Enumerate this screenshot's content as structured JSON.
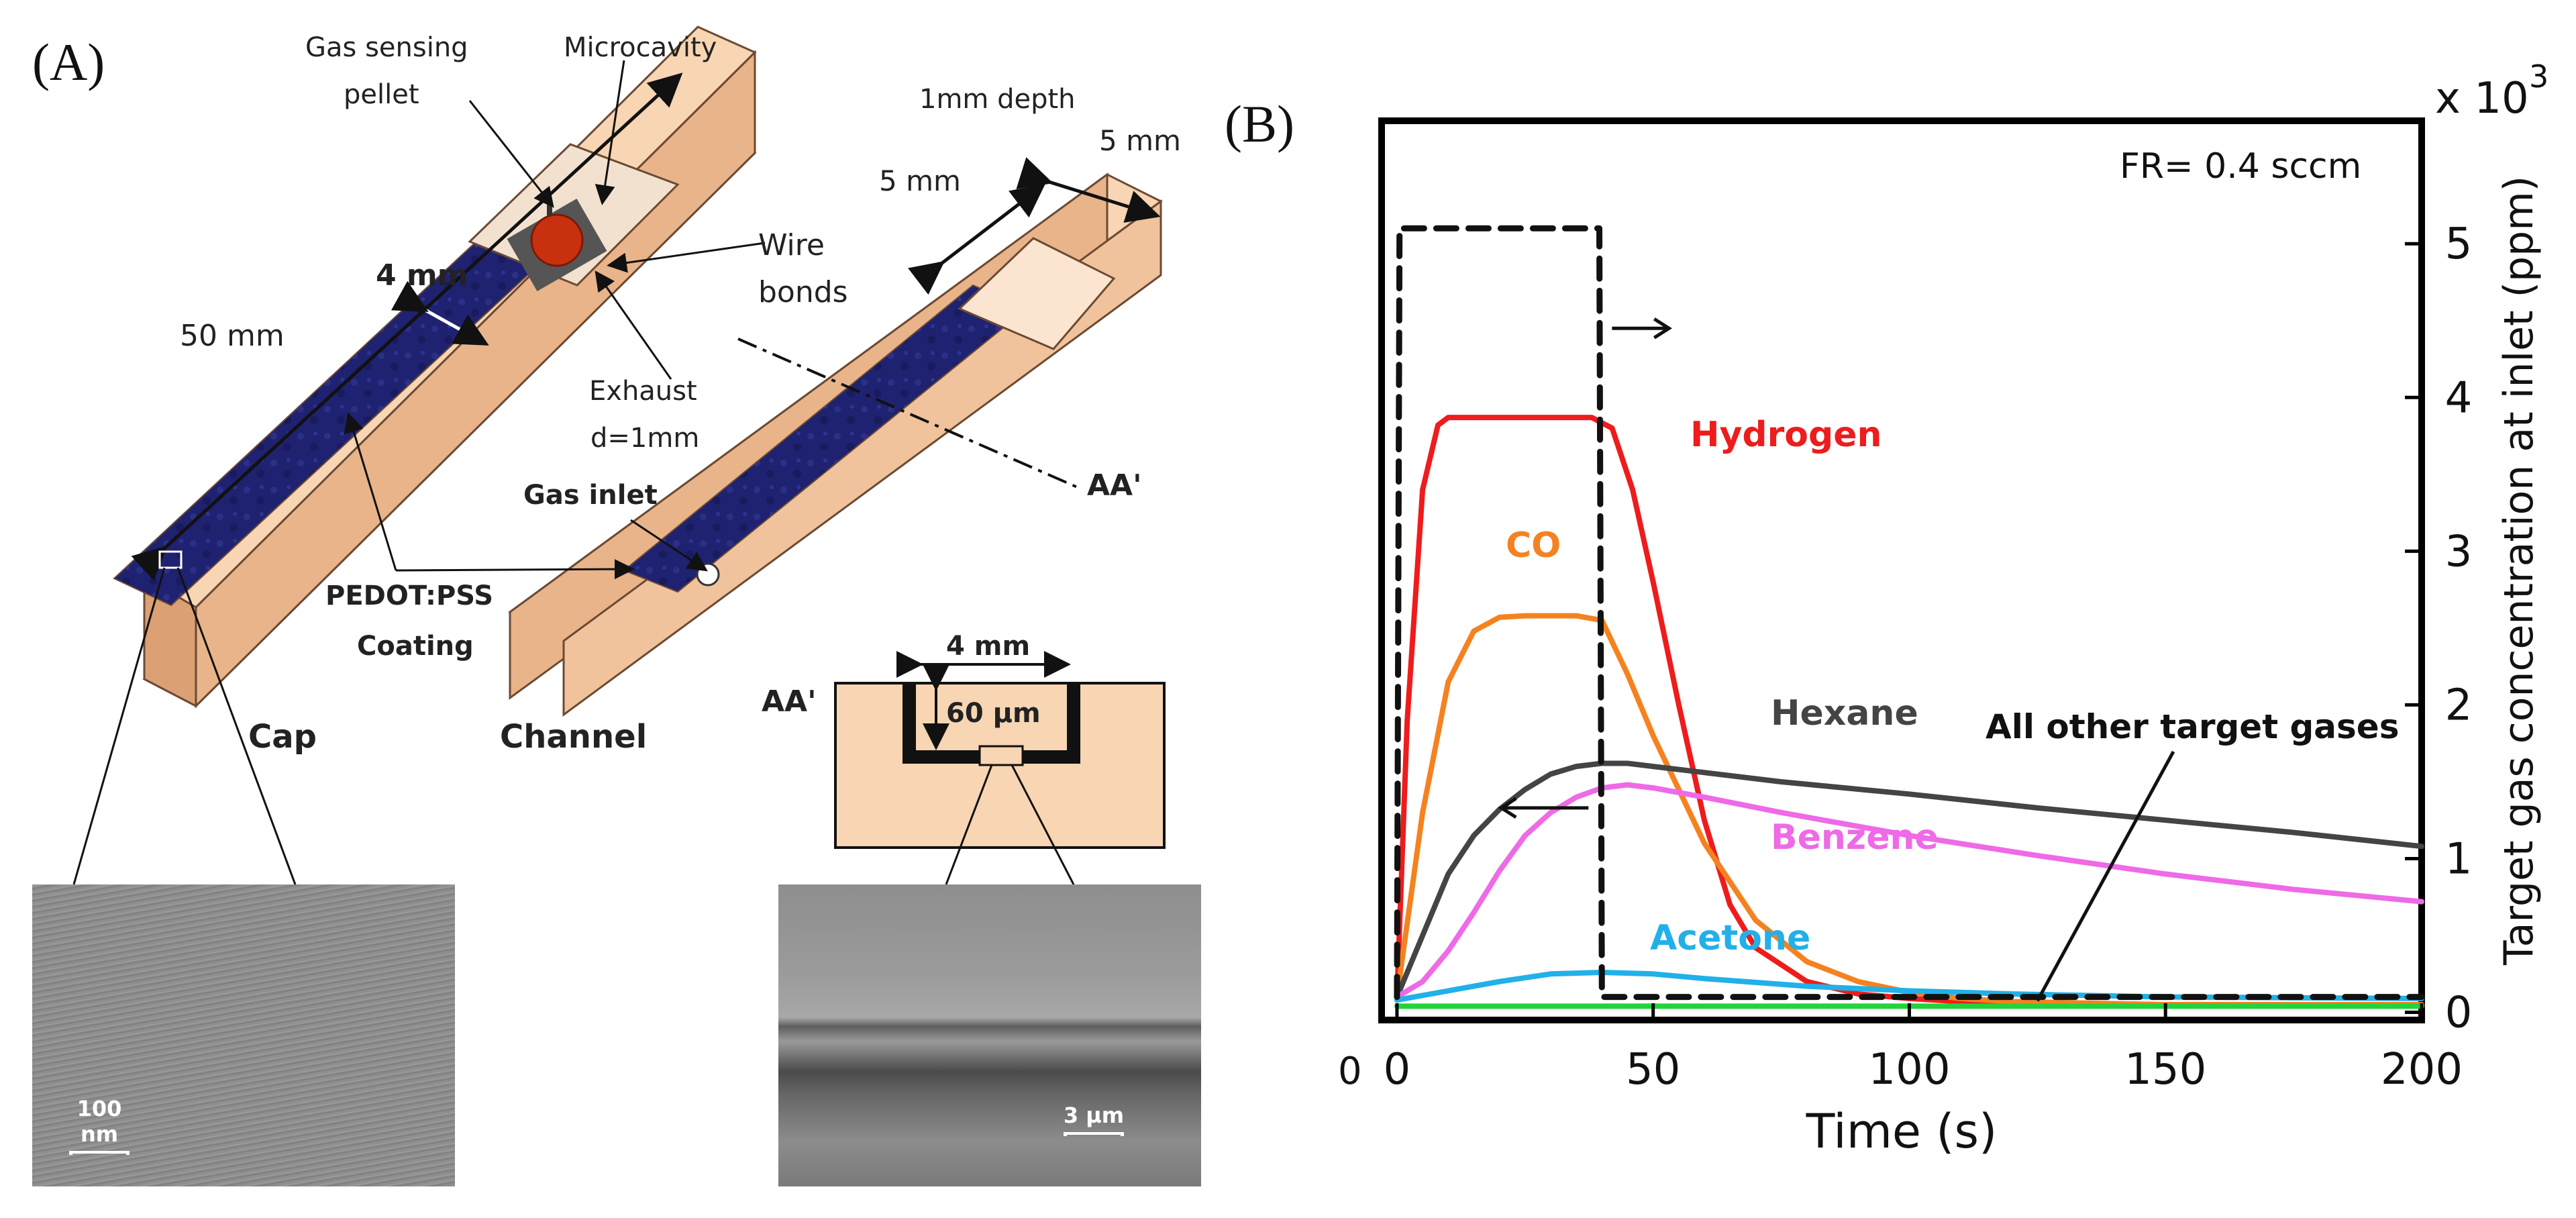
{
  "panelA": {
    "label": "(A)",
    "gas_sensing": "Gas sensing",
    "pellet": "pellet",
    "microcavity": "Microcavity",
    "wire": "Wire",
    "bonds": "bonds",
    "depth_1mm": "1mm depth",
    "five_mm_a": "5 mm",
    "five_mm_b": "5 mm",
    "fifty_mm": "50 mm",
    "four_mm": "4  mm",
    "exhaust": "Exhaust",
    "exhaust_d": "d=1mm",
    "gas_inlet": "Gas inlet",
    "aa_prime": "AA'",
    "pedot": "PEDOT:PSS",
    "coating": "Coating",
    "cap": "Cap",
    "channel": "Channel",
    "cs_aa": "AA'",
    "cs_4mm": "4 mm",
    "cs_60um": "60 µm",
    "sem_left_scale": "100 nm",
    "sem_right_scale": "3 µm"
  },
  "panelB": {
    "label": "(B)",
    "annotation_fr": "FR= 0.4 sccm",
    "annotation_others": "All other target gases",
    "multiplier": "x 10",
    "multiplier_exp": "3",
    "left_axis_zero": "0"
  },
  "chart_data": {
    "type": "line",
    "xlabel": "Time (s)",
    "ylabel_right": "Target gas concentration at inlet (ppm)",
    "x_ticks": [
      0,
      50,
      100,
      150,
      200
    ],
    "xlim": [
      -3,
      200
    ],
    "right_axis_ticks": [
      0,
      1,
      2,
      3,
      4,
      5
    ],
    "right_axis_scale": "x 10^3",
    "right_axis_lim": [
      -0.05,
      5.8
    ],
    "series": [
      {
        "name": "Hydrogen",
        "color": "#ee1c1c",
        "axis": "left",
        "x": [
          0,
          2,
          5,
          8,
          10,
          20,
          30,
          38,
          42,
          46,
          50,
          55,
          60,
          65,
          70,
          80,
          90,
          100,
          110,
          120,
          150,
          200
        ],
        "y": [
          0.1,
          1.9,
          3.4,
          3.82,
          3.87,
          3.87,
          3.87,
          3.87,
          3.8,
          3.4,
          2.8,
          2.0,
          1.25,
          0.7,
          0.42,
          0.2,
          0.12,
          0.09,
          0.07,
          0.06,
          0.05,
          0.05
        ]
      },
      {
        "name": "CO",
        "color": "#f58220",
        "axis": "left",
        "x": [
          0,
          5,
          10,
          15,
          20,
          25,
          30,
          35,
          40,
          45,
          50,
          55,
          60,
          70,
          80,
          90,
          100,
          110,
          120,
          150,
          200
        ],
        "y": [
          0.1,
          1.3,
          2.15,
          2.48,
          2.57,
          2.58,
          2.58,
          2.58,
          2.55,
          2.2,
          1.8,
          1.45,
          1.1,
          0.6,
          0.33,
          0.2,
          0.13,
          0.09,
          0.07,
          0.05,
          0.05
        ]
      },
      {
        "name": "Hexane",
        "color": "#444444",
        "axis": "left",
        "x": [
          0,
          5,
          10,
          15,
          20,
          25,
          30,
          35,
          40,
          45,
          50,
          60,
          75,
          100,
          125,
          150,
          175,
          200
        ],
        "y": [
          0.1,
          0.5,
          0.9,
          1.15,
          1.32,
          1.45,
          1.55,
          1.6,
          1.62,
          1.62,
          1.6,
          1.56,
          1.5,
          1.42,
          1.33,
          1.25,
          1.17,
          1.08
        ]
      },
      {
        "name": "Benzene",
        "color": "#ee6ae6",
        "axis": "left",
        "x": [
          0,
          5,
          10,
          15,
          20,
          25,
          30,
          35,
          40,
          45,
          50,
          60,
          75,
          100,
          125,
          150,
          175,
          200
        ],
        "y": [
          0.1,
          0.2,
          0.4,
          0.65,
          0.92,
          1.15,
          1.3,
          1.4,
          1.46,
          1.48,
          1.46,
          1.4,
          1.3,
          1.15,
          1.02,
          0.9,
          0.8,
          0.72
        ]
      },
      {
        "name": "Acetone",
        "color": "#22b0e8",
        "axis": "left",
        "x": [
          0,
          10,
          20,
          30,
          40,
          50,
          60,
          80,
          100,
          120,
          150,
          200
        ],
        "y": [
          0.08,
          0.14,
          0.2,
          0.25,
          0.26,
          0.25,
          0.22,
          0.17,
          0.14,
          0.12,
          0.1,
          0.09
        ]
      },
      {
        "name": "All other target gases",
        "color": "#22d43a",
        "axis": "left",
        "x": [
          0,
          200
        ],
        "y": [
          0.04,
          0.04
        ]
      },
      {
        "name": "Inlet concentration",
        "color": "#111111",
        "axis": "right",
        "dashed": true,
        "x": [
          0,
          0.5,
          39.5,
          40,
          200
        ],
        "y": [
          0.1,
          5.1,
          5.1,
          0.1,
          0.1
        ]
      }
    ],
    "series_labels": [
      {
        "text": "Hydrogen",
        "color": "#ee1c1c"
      },
      {
        "text": "CO",
        "color": "#f58220"
      },
      {
        "text": "Hexane",
        "color": "#444444"
      },
      {
        "text": "Benzene",
        "color": "#ee6ae6"
      },
      {
        "text": "Acetone",
        "color": "#22b0e8"
      }
    ]
  }
}
